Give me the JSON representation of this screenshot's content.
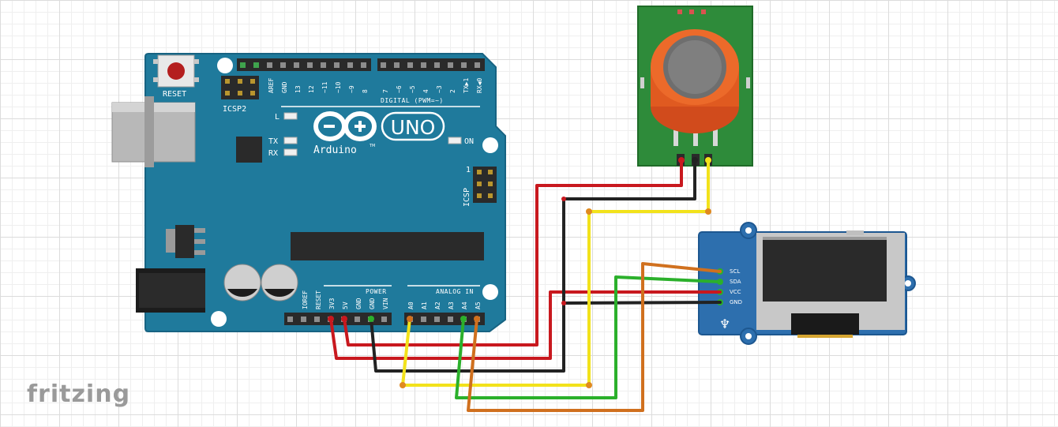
{
  "app": {
    "logo": "fritzing"
  },
  "arduino": {
    "reset_label": "RESET",
    "icsp2_label": "ICSP2",
    "icsp_label": "ICSP",
    "digital_label": "DIGITAL (PWM=~)",
    "power_label": "POWER",
    "analog_label": "ANALOG IN",
    "led_l": "L",
    "led_tx": "TX",
    "led_rx": "RX",
    "led_on": "ON",
    "brand": "Arduino",
    "tm": "TM",
    "model": "UNO",
    "icsp_pin1": "1",
    "digital_pins": [
      "AREF",
      "GND",
      "13",
      "12",
      "~11",
      "~10",
      "~9",
      "8",
      "7",
      "~6",
      "~5",
      "4",
      "~3",
      "2",
      "TX▶1",
      "RX◀0"
    ],
    "power_pins": [
      "IOREF",
      "RESET",
      "3V3",
      "5V",
      "GND",
      "GND",
      "VIN"
    ],
    "analog_pins": [
      "A0",
      "A1",
      "A2",
      "A3",
      "A4",
      "A5"
    ]
  },
  "oled": {
    "pins": [
      "SCL",
      "SDA",
      "VCC",
      "GND"
    ]
  },
  "colors": {
    "board": "#1f7a9c",
    "sensor_board": "#2e8b3a",
    "oled_board": "#2d6fae",
    "wire_red": "#c8181e",
    "wire_black": "#222222",
    "wire_yellow": "#f2e21b",
    "wire_green": "#2bb02b",
    "wire_orange": "#d0701e"
  }
}
